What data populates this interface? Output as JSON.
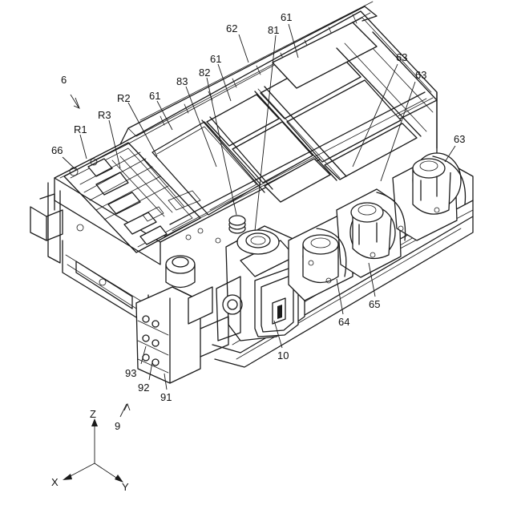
{
  "figure": {
    "labels": [
      {
        "id": "6",
        "text": "6"
      },
      {
        "id": "R1",
        "text": "R1"
      },
      {
        "id": "R2",
        "text": "R2"
      },
      {
        "id": "R3",
        "text": "R3"
      },
      {
        "id": "66",
        "text": "66"
      },
      {
        "id": "61a",
        "text": "61"
      },
      {
        "id": "61b",
        "text": "61"
      },
      {
        "id": "61c",
        "text": "61"
      },
      {
        "id": "61d",
        "text": "61"
      },
      {
        "id": "62",
        "text": "62"
      },
      {
        "id": "81",
        "text": "81"
      },
      {
        "id": "82",
        "text": "82"
      },
      {
        "id": "83",
        "text": "83"
      },
      {
        "id": "63a",
        "text": "63"
      },
      {
        "id": "63b",
        "text": "63"
      },
      {
        "id": "63c",
        "text": "63"
      },
      {
        "id": "10",
        "text": "10"
      },
      {
        "id": "64",
        "text": "64"
      },
      {
        "id": "65",
        "text": "65"
      },
      {
        "id": "93",
        "text": "93"
      },
      {
        "id": "92",
        "text": "92"
      },
      {
        "id": "91",
        "text": "91"
      },
      {
        "id": "9",
        "text": "9"
      }
    ],
    "axes": {
      "z": "Z",
      "x": "X",
      "y": "Y"
    }
  }
}
